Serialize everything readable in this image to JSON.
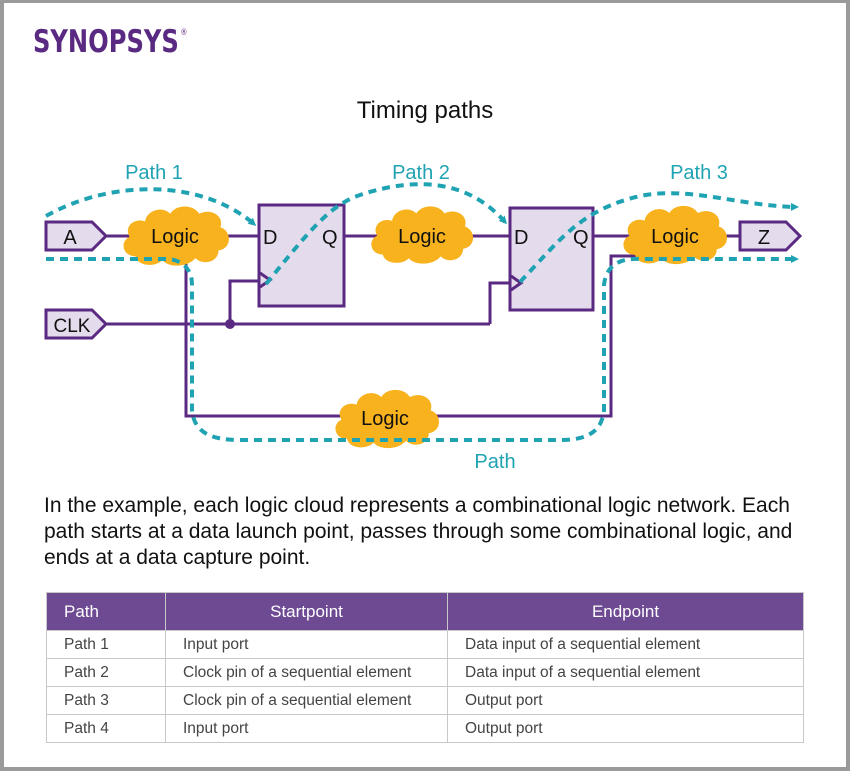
{
  "brand": {
    "logo_text": "SYNOPSYS",
    "registered_mark": "®",
    "color": "#5a2a82"
  },
  "title": "Timing paths",
  "diagram": {
    "colors": {
      "wire": "#5a2a82",
      "path": "#1fa3b3",
      "cloud": "#f7b21e",
      "box_fill": "#e4dbec",
      "text": "#111111",
      "label": "#1fa3b3"
    },
    "ports": {
      "input_a": "A",
      "input_clk": "CLK",
      "output_z": "Z"
    },
    "clouds": [
      "Logic",
      "Logic",
      "Logic",
      "Logic"
    ],
    "flipflop1": {
      "d": "D",
      "q": "Q"
    },
    "flipflop2": {
      "d": "D",
      "q": "Q"
    },
    "path_labels": [
      "Path 1",
      "Path 2",
      "Path 3",
      "Path"
    ]
  },
  "description": "In the example, each logic cloud represents a combinational logic network. Each path starts at a data launch point, passes through some combinational logic, and ends at a data capture point.",
  "table": {
    "headers": [
      "Path",
      "Startpoint",
      "Endpoint"
    ],
    "rows": [
      [
        "Path 1",
        "Input port",
        "Data input of a sequential element"
      ],
      [
        "Path 2",
        "Clock pin of a sequential element",
        "Data input of a sequential element"
      ],
      [
        "Path 3",
        "Clock pin of a sequential element",
        "Output port"
      ],
      [
        "Path 4",
        "Input port",
        "Output port"
      ]
    ]
  }
}
